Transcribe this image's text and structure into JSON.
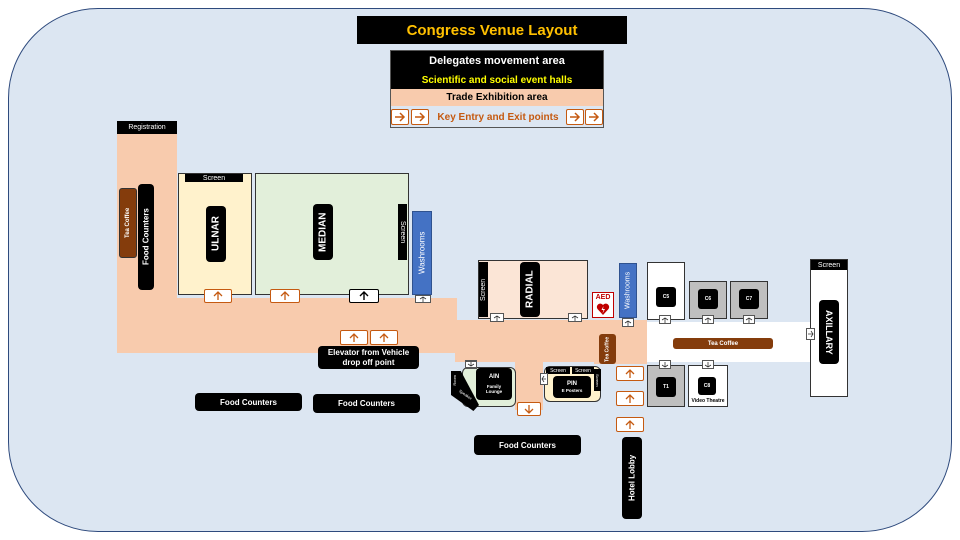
{
  "title": "Congress Venue Layout",
  "legend": {
    "delegates": "Delegates movement area",
    "halls": "Scientific and social event halls",
    "trade": "Trade Exhibition area",
    "entry": "Key Entry and Exit points"
  },
  "labels": {
    "registration": "Registration",
    "tea_coffee": "Tea Coffee",
    "food_counters": "Food Counters",
    "screen": "Screen",
    "ulnar": "ULNAR",
    "median": "MEDIAN",
    "washrooms": "Washrooms",
    "radial": "RADIAL",
    "aed": "AED",
    "axillary": "AXILLARY",
    "elevator": "Elevator  from Vehicle drop off point",
    "ain": "AIN",
    "family_lounge": "Family Lounge",
    "pin": "PIN",
    "e_posters": "E Posters",
    "hotel_lobby": "Hotel Lobby",
    "c5": "C5",
    "c6": "C6",
    "c7": "C7",
    "t1": "T1",
    "c8": "C8",
    "video_theatre": "Video Theatre",
    "room": "Room",
    "speaker": "Speaker"
  },
  "colors": {
    "trade": "#f8cbad",
    "ulnar_hall": "#fff2cc",
    "median_hall": "#e2efda",
    "radial_hall": "#fbe5d6",
    "washroom_blue": "#4472c4",
    "tea_brown": "#843c0c",
    "title_text": "#ffc000",
    "entry_text": "#c55a11",
    "frame_bg": "#dce6f2"
  }
}
